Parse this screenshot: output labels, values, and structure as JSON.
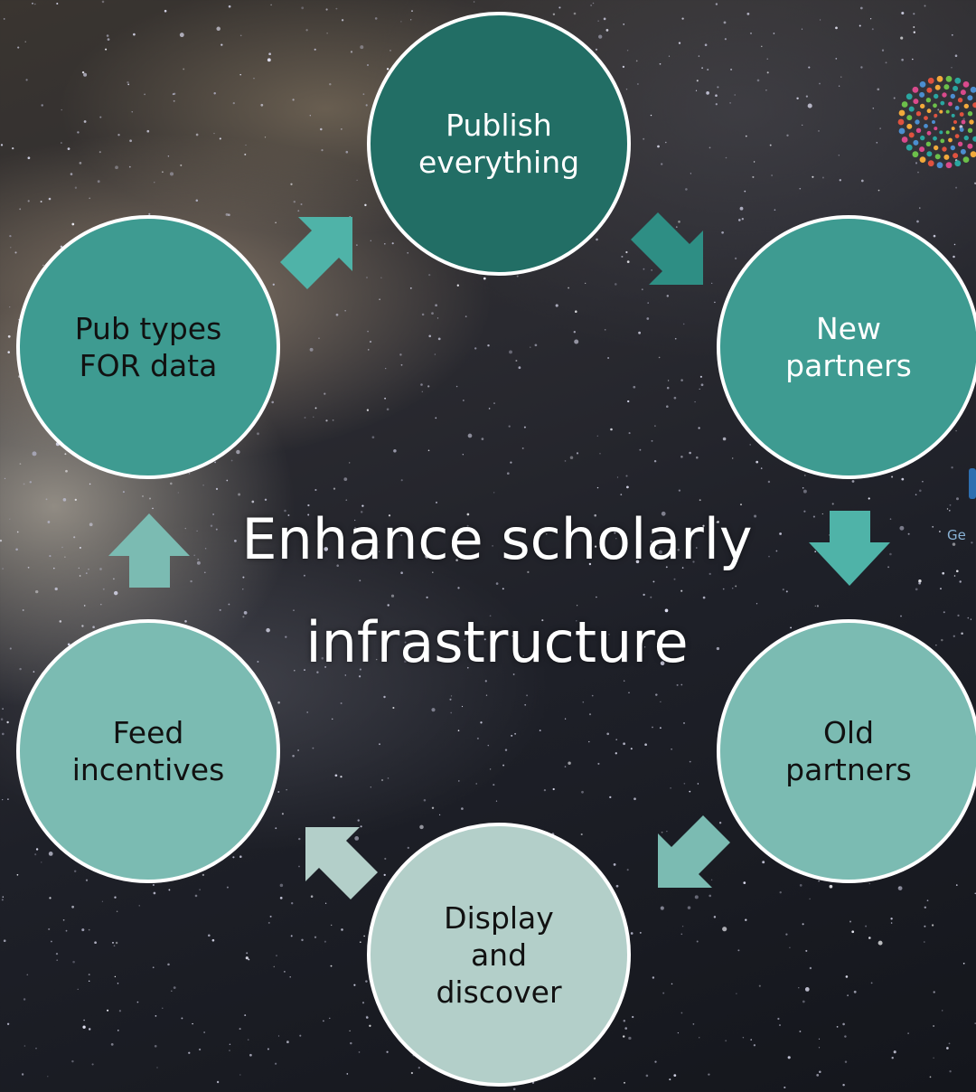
{
  "center_title": "Enhance scholarly infrastructure",
  "nodes": [
    {
      "label": "Publish\neverything",
      "fill": "#226e65",
      "text_color": "#ffffff"
    },
    {
      "label": "New\npartners",
      "fill": "#3e9b91",
      "text_color": "#ffffff"
    },
    {
      "label": "Old\npartners",
      "fill": "#7bbbb2",
      "text_color": "#111111"
    },
    {
      "label": "Display\nand\ndiscover",
      "fill": "#b3cfc9",
      "text_color": "#111111"
    },
    {
      "label": "Feed\nincentives",
      "fill": "#7bbbb2",
      "text_color": "#111111"
    },
    {
      "label": "Pub types\nFOR data",
      "fill": "#3e9b91",
      "text_color": "#111111"
    }
  ],
  "arrows": [
    {
      "from": "Pub types FOR data",
      "to": "Publish everything",
      "color": "#4fb3a8"
    },
    {
      "from": "Publish everything",
      "to": "New partners",
      "color": "#2e8e84"
    },
    {
      "from": "New partners",
      "to": "Old partners",
      "color": "#4fb3a8"
    },
    {
      "from": "Old partners",
      "to": "Display and discover",
      "color": "#7bbbb2"
    },
    {
      "from": "Display and discover",
      "to": "Feed incentives",
      "color": "#b3cfc9"
    },
    {
      "from": "Feed incentives",
      "to": "Pub types FOR data",
      "color": "#7bbbb2"
    }
  ],
  "side_text": "Ge",
  "colors": {
    "node_border": "#ffffff",
    "title": "#ffffff"
  }
}
